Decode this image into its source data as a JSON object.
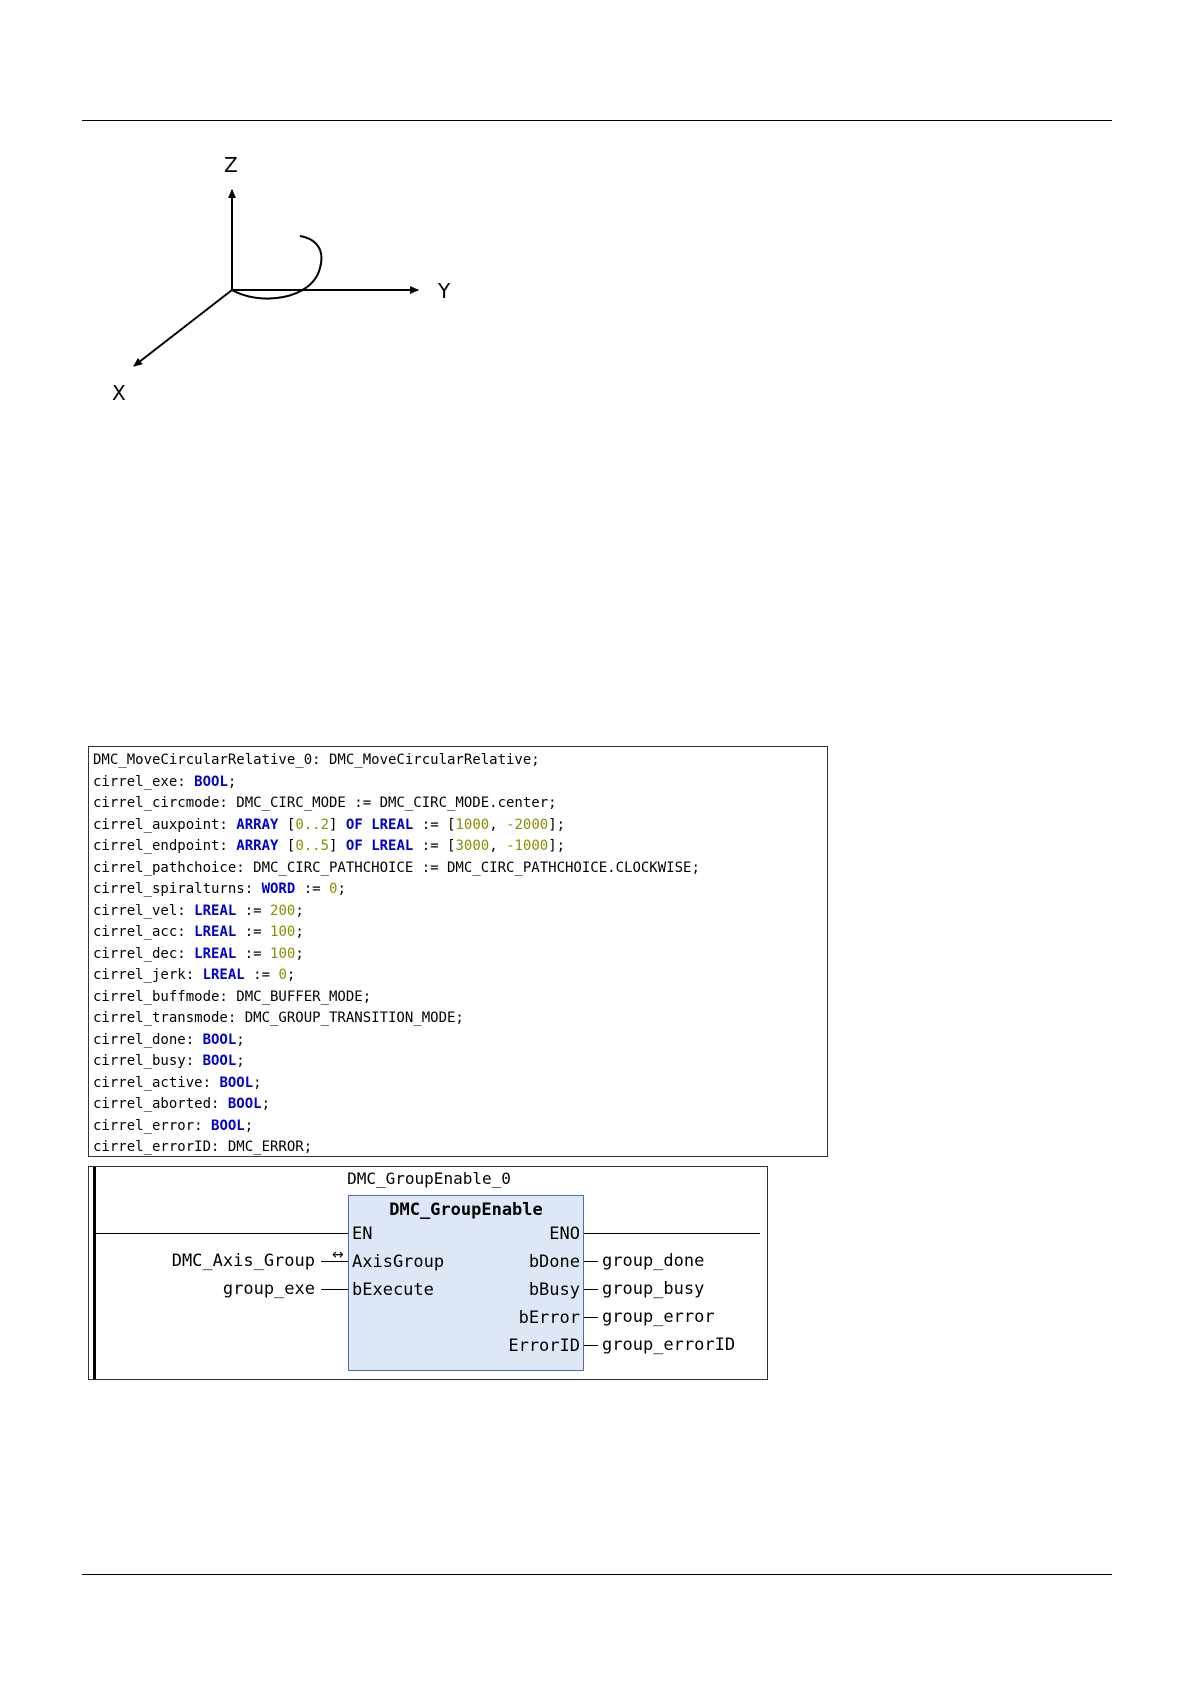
{
  "diagram": {
    "axis_z": "Z",
    "axis_y": "Y",
    "axis_x": "X"
  },
  "code": {
    "lines": [
      [
        [
          "nm",
          "DMC_MoveCircularRelative_0: DMC_MoveCircularRelative;"
        ]
      ],
      [
        [
          "nm",
          "cirrel_exe: "
        ],
        [
          "kw",
          "BOOL"
        ],
        [
          "nm",
          ";"
        ]
      ],
      [
        [
          "nm",
          "cirrel_circmode: DMC_CIRC_MODE := DMC_CIRC_MODE.center;"
        ]
      ],
      [
        [
          "nm",
          "cirrel_auxpoint: "
        ],
        [
          "kw",
          "ARRAY"
        ],
        [
          "nm",
          " ["
        ],
        [
          "num",
          "0..2"
        ],
        [
          "nm",
          "] "
        ],
        [
          "kw",
          "OF"
        ],
        [
          "nm",
          " "
        ],
        [
          "kw",
          "LREAL"
        ],
        [
          "nm",
          " := ["
        ],
        [
          "num",
          "1000"
        ],
        [
          "nm",
          ", "
        ],
        [
          "num",
          "-2000"
        ],
        [
          "nm",
          "];"
        ]
      ],
      [
        [
          "nm",
          "cirrel_endpoint: "
        ],
        [
          "kw",
          "ARRAY"
        ],
        [
          "nm",
          " ["
        ],
        [
          "num",
          "0..5"
        ],
        [
          "nm",
          "] "
        ],
        [
          "kw",
          "OF"
        ],
        [
          "nm",
          " "
        ],
        [
          "kw",
          "LREAL"
        ],
        [
          "nm",
          " := ["
        ],
        [
          "num",
          "3000"
        ],
        [
          "nm",
          ", "
        ],
        [
          "num",
          "-1000"
        ],
        [
          "nm",
          "];"
        ]
      ],
      [
        [
          "nm",
          "cirrel_pathchoice: DMC_CIRC_PATHCHOICE := DMC_CIRC_PATHCHOICE.CLOCKWISE;"
        ]
      ],
      [
        [
          "nm",
          "cirrel_spiralturns: "
        ],
        [
          "kw",
          "WORD"
        ],
        [
          "nm",
          " := "
        ],
        [
          "num",
          "0"
        ],
        [
          "nm",
          ";"
        ]
      ],
      [
        [
          "nm",
          "cirrel_vel: "
        ],
        [
          "kw",
          "LREAL"
        ],
        [
          "nm",
          " := "
        ],
        [
          "num",
          "200"
        ],
        [
          "nm",
          ";"
        ]
      ],
      [
        [
          "nm",
          "cirrel_acc: "
        ],
        [
          "kw",
          "LREAL"
        ],
        [
          "nm",
          " := "
        ],
        [
          "num",
          "100"
        ],
        [
          "nm",
          ";"
        ]
      ],
      [
        [
          "nm",
          "cirrel_dec: "
        ],
        [
          "kw",
          "LREAL"
        ],
        [
          "nm",
          " := "
        ],
        [
          "num",
          "100"
        ],
        [
          "nm",
          ";"
        ]
      ],
      [
        [
          "nm",
          "cirrel_jerk: "
        ],
        [
          "kw",
          "LREAL"
        ],
        [
          "nm",
          " := "
        ],
        [
          "num",
          "0"
        ],
        [
          "nm",
          ";"
        ]
      ],
      [
        [
          "nm",
          "cirrel_buffmode: DMC_BUFFER_MODE;"
        ]
      ],
      [
        [
          "nm",
          "cirrel_transmode: DMC_GROUP_TRANSITION_MODE;"
        ]
      ],
      [
        [
          "nm",
          "cirrel_done: "
        ],
        [
          "kw",
          "BOOL"
        ],
        [
          "nm",
          ";"
        ]
      ],
      [
        [
          "nm",
          "cirrel_busy: "
        ],
        [
          "kw",
          "BOOL"
        ],
        [
          "nm",
          ";"
        ]
      ],
      [
        [
          "nm",
          "cirrel_active: "
        ],
        [
          "kw",
          "BOOL"
        ],
        [
          "nm",
          ";"
        ]
      ],
      [
        [
          "nm",
          "cirrel_aborted: "
        ],
        [
          "kw",
          "BOOL"
        ],
        [
          "nm",
          ";"
        ]
      ],
      [
        [
          "nm",
          "cirrel_error: "
        ],
        [
          "kw",
          "BOOL"
        ],
        [
          "nm",
          ";"
        ]
      ],
      [
        [
          "nm",
          "cirrel_errorID: DMC_ERROR;"
        ]
      ]
    ]
  },
  "fbd": {
    "instance": "DMC_GroupEnable_0",
    "type": "DMC_GroupEnable",
    "pin_en": "EN",
    "pin_eno": "ENO",
    "inputs": [
      {
        "pin": "AxisGroup",
        "var": "DMC_Axis_Group"
      },
      {
        "pin": "bExecute",
        "var": "group_exe"
      }
    ],
    "outputs": [
      {
        "pin": "bDone",
        "var": "group_done"
      },
      {
        "pin": "bBusy",
        "var": "group_busy"
      },
      {
        "pin": "bError",
        "var": "group_error"
      },
      {
        "pin": "ErrorID",
        "var": "group_errorID"
      }
    ],
    "inout_arrow": "↔"
  }
}
